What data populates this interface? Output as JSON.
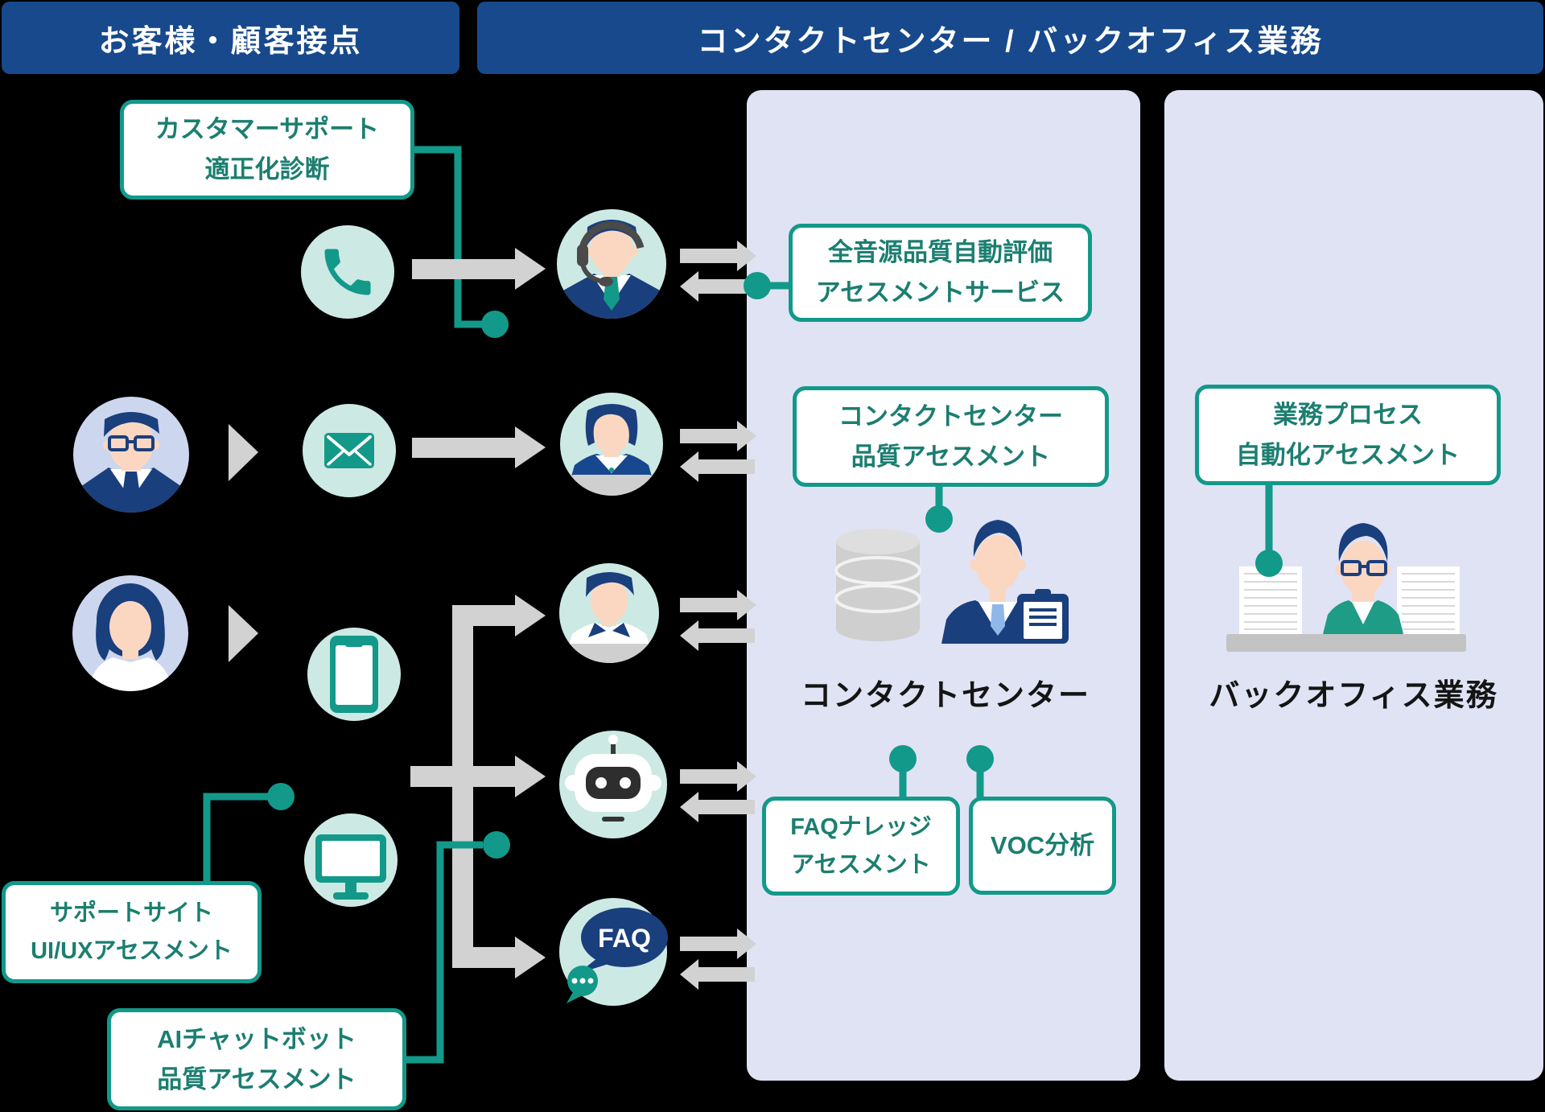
{
  "diagram": {
    "headers": {
      "customers": "お客様・顧客接点",
      "contact_back_office": "コンタクトセンター / バックオフィス業務"
    },
    "boxes": {
      "customer_support_diag": {
        "line1": "カスタマーサポート",
        "line2": "適正化診断"
      },
      "voice_quality": {
        "line1": "全音源品質自動評価",
        "line2": "アセスメントサービス"
      },
      "cc_quality": {
        "line1": "コンタクトセンター",
        "line2": "品質アセスメント"
      },
      "process_automation": {
        "line1": "業務プロセス",
        "line2": "自動化アセスメント"
      },
      "faq_knowledge": {
        "line1": "FAQナレッジ",
        "line2": "アセスメント"
      },
      "voc": {
        "line1": "VOC分析"
      },
      "support_site": {
        "line1": "サポートサイト",
        "line2": "UI/UXアセスメント"
      },
      "ai_chatbot": {
        "line1": "AIチャットボット",
        "line2": "品質アセスメント"
      }
    },
    "labels": {
      "contact_center": "コンタクトセンター",
      "back_office": "バックオフィス業務"
    },
    "faq_bubble": "FAQ",
    "colors": {
      "header_blue": "#17498C",
      "accent_teal": "#12998A",
      "teal_text": "#1B7E70",
      "panel_lavender": "#E0E3F4",
      "circle_mint": "#CDE9E4",
      "circle_lavender": "#CCD6EE",
      "arrow_gray": "#D2D2D2",
      "navy": "#1A3F7D",
      "skin": "#FBD7C2"
    }
  }
}
